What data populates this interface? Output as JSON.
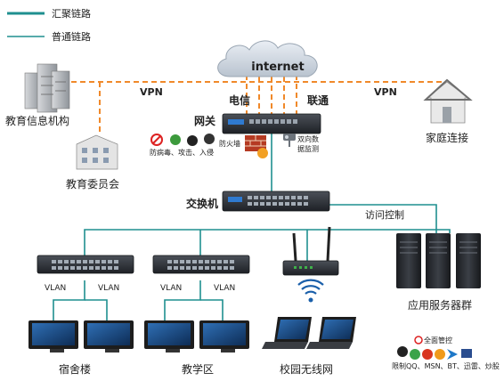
{
  "legend": {
    "aggregation_link": "汇聚链路",
    "normal_link": "普通链路"
  },
  "colors": {
    "aggregation": "#f0892a",
    "normal": "#1f8f8f",
    "device_dark": "#2a2d33",
    "monitor": "#1d1d1d"
  },
  "internet": {
    "label": "internet"
  },
  "isp": {
    "telecom": "电信",
    "unicom": "联通"
  },
  "vpn": {
    "left": "VPN",
    "right": "VPN"
  },
  "gateway": {
    "label": "网关",
    "protection": "防病毒、攻击、入侵",
    "firewall": "防火墙",
    "monitoring": [
      "双向数",
      "据监测"
    ]
  },
  "sites": {
    "education_institution": "教育信息机构",
    "education_committee": "教育委员会",
    "home": "家庭连接"
  },
  "core_switch": {
    "label": "交换机",
    "access_control": "访问控制"
  },
  "access": {
    "vlan_labels": [
      "VLAN",
      "VLAN",
      "VLAN",
      "VLAN"
    ],
    "dormitory": "宿舍楼",
    "teaching": "教学区",
    "wireless": "校园无线网",
    "servers": "应用服务器群"
  },
  "app_control": {
    "title": "全面管控",
    "apps": "限制QQ、MSN、BT、迅雷、炒股"
  }
}
